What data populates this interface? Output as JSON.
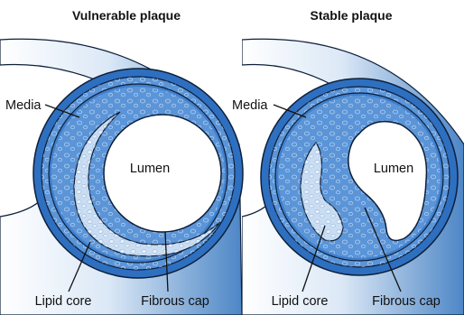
{
  "colors": {
    "adventitia_light": "#dbe8f6",
    "adventitia_dark": "#4d86c6",
    "media_ring": "#2e6fc0",
    "intima_fill": "#5b95d8",
    "lipid_fill": "#c9ddf3",
    "lumen_fill": "#ffffff",
    "outline": "#0d1f3a"
  },
  "panels": [
    {
      "title": "Vulnerable plaque",
      "labels": {
        "media": "Media",
        "lumen": "Lumen",
        "lipid_core": "Lipid core",
        "fibrous_cap": "Fibrous cap"
      }
    },
    {
      "title": "Stable plaque",
      "labels": {
        "media": "Media",
        "lumen": "Lumen",
        "lipid_core": "Lipid core",
        "fibrous_cap": "Fibrous cap"
      }
    }
  ]
}
